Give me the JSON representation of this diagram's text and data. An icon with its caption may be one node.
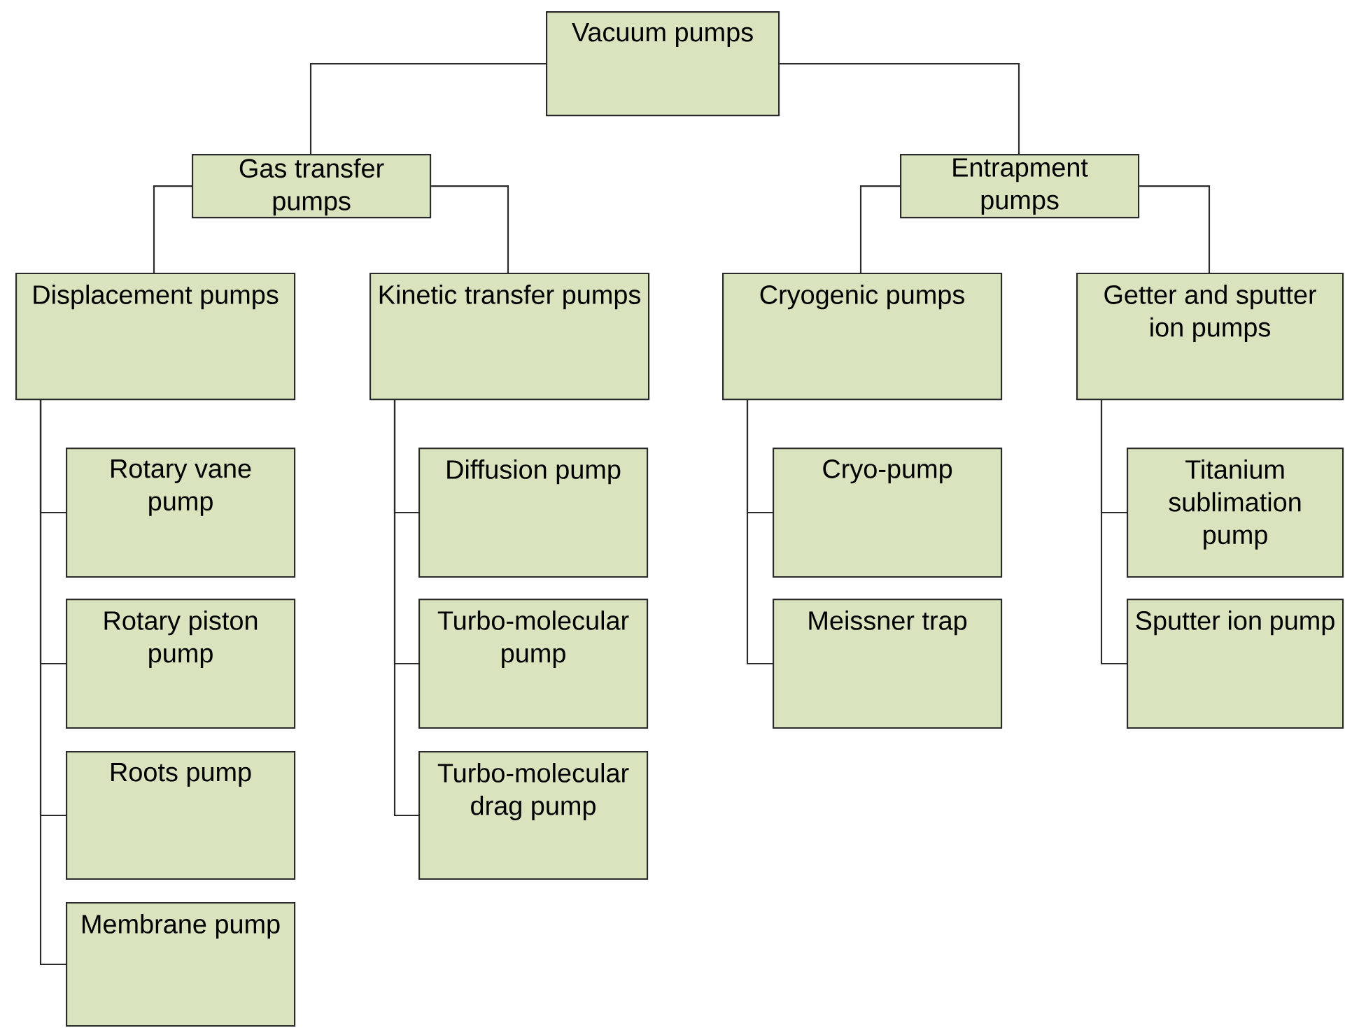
{
  "diagram": {
    "nodes": [
      {
        "text": [
          "Vacuum pumps"
        ]
      },
      {
        "text": [
          "Gas transfer pumps"
        ]
      },
      {
        "text": [
          "Entrapment pumps"
        ]
      },
      {
        "text": [
          "Displacement pumps"
        ]
      },
      {
        "text": [
          "Kinetic transfer pumps"
        ]
      },
      {
        "text": [
          "Cryogenic pumps"
        ]
      },
      {
        "text": [
          "Getter and sputter ion pumps"
        ]
      },
      {
        "text": [
          "Rotary vane pump"
        ]
      },
      {
        "text": [
          "Rotary piston pump"
        ]
      },
      {
        "text": [
          "Roots pump"
        ]
      },
      {
        "text": [
          "Membrane pump"
        ]
      },
      {
        "text": [
          "Diffusion pump"
        ]
      },
      {
        "text": [
          "Turbo-molecular pump"
        ]
      },
      {
        "text": [
          "Turbo-molecular drag pump"
        ]
      },
      {
        "text": [
          "Cryo-pump"
        ]
      },
      {
        "text": [
          "Meissner trap"
        ]
      },
      {
        "text": [
          "Titanium sublimation pump"
        ]
      },
      {
        "text": [
          "Sputter ion pump"
        ]
      }
    ],
    "edges": [
      {
        "from": 0,
        "to": 1,
        "arrow": "none"
      },
      {
        "from": 0,
        "to": 2,
        "arrow": "none"
      },
      {
        "from": 1,
        "to": 3,
        "arrow": "none"
      },
      {
        "from": 1,
        "to": 4,
        "arrow": "none"
      },
      {
        "from": 2,
        "to": 5,
        "arrow": "none"
      },
      {
        "from": 2,
        "to": 6,
        "arrow": "none"
      },
      {
        "from": 3,
        "to": 7,
        "arrow": "none"
      },
      {
        "from": 3,
        "to": 8,
        "arrow": "none"
      },
      {
        "from": 3,
        "to": 9,
        "arrow": "none"
      },
      {
        "from": 3,
        "to": 10,
        "arrow": "none"
      },
      {
        "from": 4,
        "to": 11,
        "arrow": "none"
      },
      {
        "from": 4,
        "to": 12,
        "arrow": "none"
      },
      {
        "from": 4,
        "to": 13,
        "arrow": "none"
      },
      {
        "from": 5,
        "to": 14,
        "arrow": "none"
      },
      {
        "from": 5,
        "to": 15,
        "arrow": "none"
      },
      {
        "from": 6,
        "to": 16,
        "arrow": "none"
      },
      {
        "from": 6,
        "to": 17,
        "arrow": "none"
      }
    ]
  }
}
